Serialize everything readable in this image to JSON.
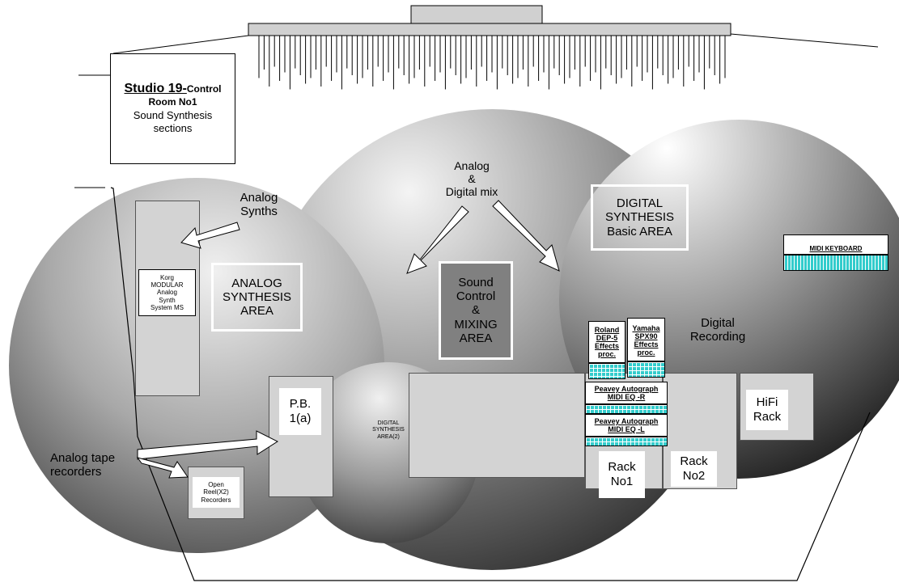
{
  "title": {
    "line1": "Studio 19-",
    "line1_small": "Control",
    "line2": "Room No1",
    "line3": "Sound Synthesis",
    "line4": "sections"
  },
  "labels": {
    "analog_digital_mix_1": "Analog",
    "analog_digital_mix_2": "&",
    "analog_digital_mix_3": "Digital mix",
    "analog_synths_1": "Analog",
    "analog_synths_2": "Synths",
    "digital_recording_1": "Digital",
    "digital_recording_2": "Recording",
    "analog_tape_1": "Analog tape",
    "analog_tape_2": "recorders"
  },
  "areas": {
    "analog_1": "ANALOG",
    "analog_2": "SYNTHESIS",
    "analog_3": "AREA",
    "digital_1": "DIGITAL",
    "digital_2": "SYNTHESIS",
    "digital_3": "Basic AREA",
    "mixing_1": "Sound",
    "mixing_2": "Control",
    "mixing_3": "&",
    "mixing_4": "MIXING",
    "mixing_5": "AREA",
    "digital2_1": "DIGITAL",
    "digital2_2": "SYNTHESIS",
    "digital2_3": "AREA(2)"
  },
  "equipment": {
    "korg_1": "Korg",
    "korg_2": "MODULAR",
    "korg_3": "Analog",
    "korg_4": "Synth",
    "korg_5": "System MS",
    "pb_1": "P.B.",
    "pb_2": "1(a)",
    "open_reel_1": "Open",
    "open_reel_2": "Reel(X2)",
    "open_reel_3": "Recorders",
    "midi_keyboard": "MIDI KEYBOARD",
    "roland_1": "Roland",
    "roland_2": "DEP-5",
    "roland_3": "Effects",
    "roland_4": "proc.",
    "yamaha_1": "Yamaha",
    "yamaha_2": "SPX90",
    "yamaha_3": "Effects",
    "yamaha_4": "proc.",
    "peavey_r_1": "Peavey Autograph",
    "peavey_r_2": "MIDI EQ -R",
    "peavey_l_1": "Peavey Autograph",
    "peavey_l_2": "MIDI EQ -L",
    "rack1_1": "Rack",
    "rack1_2": "No1",
    "rack2_1": "Rack",
    "rack2_2": "No2",
    "hifi_1": "HiFi",
    "hifi_2": "Rack"
  },
  "colors": {
    "cyan_strip": "#33cccc",
    "grey_box": "#d3d3d3"
  }
}
